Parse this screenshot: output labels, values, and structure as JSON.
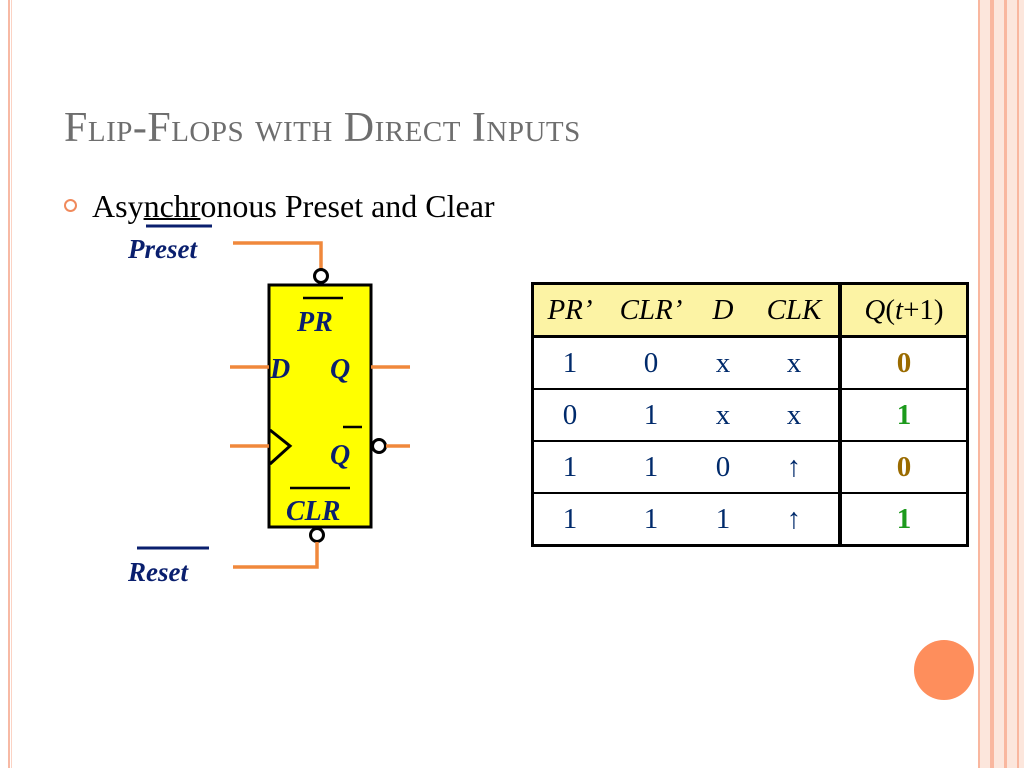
{
  "slide": {
    "title": "Flip-Flops with Direct Inputs",
    "bullet": {
      "pre": "Asy",
      "underlined": "nchr",
      "post": "onous Preset and Clear"
    }
  },
  "diagram": {
    "preset_label": "Preset",
    "reset_label": "Reset",
    "pr_label": "PR",
    "d_label": "D",
    "q_label": "Q",
    "qbar_label": "Q",
    "clr_label": "CLR"
  },
  "table": {
    "headers": {
      "pr": "PR’",
      "clr": "CLR’",
      "d": "D",
      "clk": "CLK",
      "q_var": "Q",
      "q_paren_open": "(",
      "q_t": "t",
      "q_rest": "+1)"
    },
    "rows": [
      {
        "pr": "1",
        "clr": "0",
        "d": "x",
        "clk": "x",
        "q": "0"
      },
      {
        "pr": "0",
        "clr": "1",
        "d": "x",
        "clk": "x",
        "q": "1"
      },
      {
        "pr": "1",
        "clr": "1",
        "d": "0",
        "clk": "↑",
        "q": "0"
      },
      {
        "pr": "1",
        "clr": "1",
        "d": "1",
        "clk": "↑",
        "q": "1"
      }
    ]
  },
  "colors": {
    "wire": "#f0883c",
    "ff_body": "#ffff00",
    "label_blue": "#0a1f6e",
    "q_zero": "#9a6b00",
    "q_one": "#1c9a1c"
  }
}
